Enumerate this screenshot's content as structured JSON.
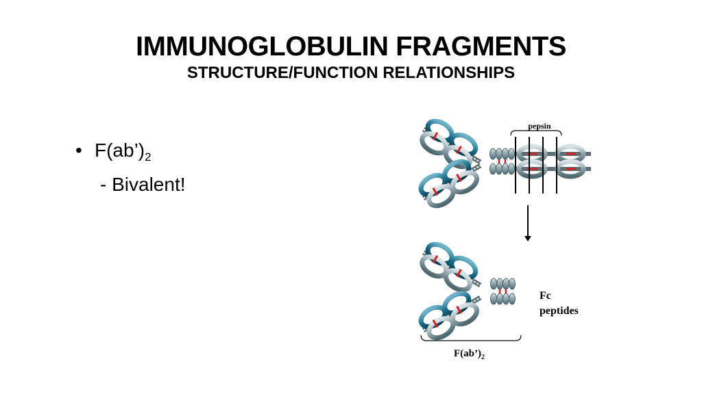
{
  "slide": {
    "title": "IMMUNOGLOBULIN FRAGMENTS",
    "subtitle": "STRUCTURE/FUNCTION RELATIONSHIPS",
    "bullet_marker": "•",
    "bullet_text": "F(ab’)",
    "bullet_subscript": "2",
    "sub_bullet": "- Bivalent!"
  },
  "diagram": {
    "enzyme_label": "pepsin",
    "fc_label_line1": "Fc",
    "fc_label_line2": "peptides",
    "fragment_label": "F(ab’)",
    "fragment_subscript": "2"
  },
  "colors": {
    "heavy_chain": "#8fa6ad",
    "light_chain": "#1a6d8a",
    "disulfide": "#d42020"
  }
}
